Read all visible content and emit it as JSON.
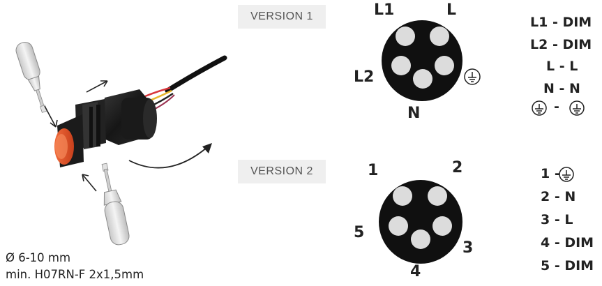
{
  "versions": [
    {
      "label": "VERSION 1",
      "pins": {
        "l1": "L1",
        "l": "L",
        "l2": "L2",
        "n": "N"
      },
      "mapping": [
        "L1 - DIM",
        "L2 - DIM",
        "L - L",
        "N - N"
      ],
      "earth_row_separator": "-"
    },
    {
      "label": "VERSION 2",
      "pins": {
        "p1": "1",
        "p2": "2",
        "p3": "3",
        "p4": "4",
        "p5": "5"
      },
      "mapping": [
        "1 - ",
        "2 - N",
        "3 - L",
        "4 - DIM",
        "5 - DIM"
      ]
    }
  ],
  "cable_spec": {
    "diameter": "Ø 6-10 mm",
    "cable_type": "min. H07RN-F 2x1,5mm"
  },
  "colors": {
    "plug_body": "#1f1f1f",
    "cap_orange": "#e8552c",
    "wire_red": "#d8353a",
    "wire_yellow": "#e7b52c",
    "wire_black": "#111111",
    "label_bg": "#efefef"
  },
  "icons": [
    "earth-icon",
    "arrow-icon",
    "screwdriver-icon"
  ]
}
